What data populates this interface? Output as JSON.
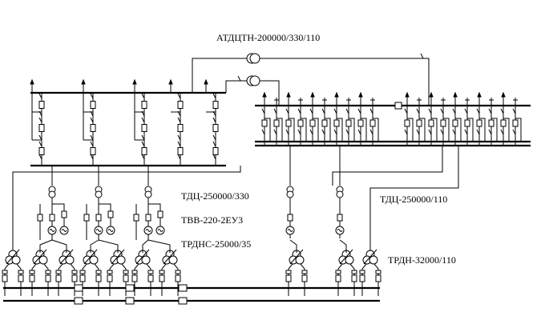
{
  "labels": {
    "autotransformer": "АТДЦТН-200000/330/110",
    "gen_transformer_330": "ТДЦ-250000/330",
    "generator": "ТВВ-220-2ЕУ3",
    "aux_transformer_35": "ТРДНС-25000/35",
    "gen_transformer_110": "ТДЦ-250000/110",
    "aux_transformer_110": "ТРДН-32000/110"
  },
  "colors": {
    "line": "#000000",
    "background": "#ffffff"
  }
}
